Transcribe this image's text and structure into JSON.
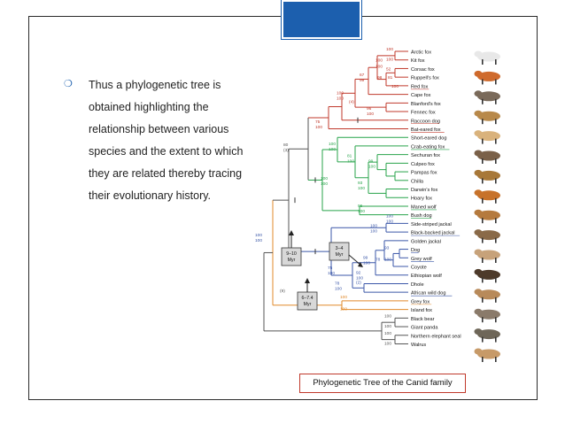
{
  "bullet_icon": "circle-bullet-icon",
  "bullet_text": "Thus a phylogenetic tree is obtained highlighting the relationship between various species and the extent to which they are related thereby tracing their evolutionary history.",
  "caption": "Phylogenetic Tree of the Canid family",
  "colors": {
    "accent": "#1c5fae",
    "red_clade": "#c0392b",
    "green_clade": "#27a34a",
    "blue_clade": "#3b57a8",
    "orange_clade": "#e0892a",
    "gray_clade": "#555555"
  },
  "species": [
    {
      "name": "Arctic fox",
      "clade": "red"
    },
    {
      "name": "Kit fox",
      "clade": "red"
    },
    {
      "name": "Corsac fox",
      "clade": "red"
    },
    {
      "name": "Ruppell's fox",
      "clade": "red"
    },
    {
      "name": "Red fox",
      "clade": "red"
    },
    {
      "name": "Cape fox",
      "clade": "red"
    },
    {
      "name": "Blanford's fox",
      "clade": "red"
    },
    {
      "name": "Fennec fox",
      "clade": "red"
    },
    {
      "name": "Raccoon dog",
      "clade": "red"
    },
    {
      "name": "Bat-eared fox",
      "clade": "red"
    },
    {
      "name": "Short-eared dog",
      "clade": "green"
    },
    {
      "name": "Crab-eating fox",
      "clade": "green"
    },
    {
      "name": "Sechuran fox",
      "clade": "green"
    },
    {
      "name": "Culpeo fox",
      "clade": "green"
    },
    {
      "name": "Pampas fox",
      "clade": "green"
    },
    {
      "name": "Chilla",
      "clade": "green"
    },
    {
      "name": "Darwin's fox",
      "clade": "green"
    },
    {
      "name": "Hoary fox",
      "clade": "green"
    },
    {
      "name": "Maned wolf",
      "clade": "green"
    },
    {
      "name": "Bush dog",
      "clade": "green"
    },
    {
      "name": "Side-striped jackal",
      "clade": "blue"
    },
    {
      "name": "Black-backed jackal",
      "clade": "blue"
    },
    {
      "name": "Golden jackal",
      "clade": "blue"
    },
    {
      "name": "Dog",
      "clade": "blue"
    },
    {
      "name": "Grey wolf",
      "clade": "blue"
    },
    {
      "name": "Coyote",
      "clade": "blue"
    },
    {
      "name": "Ethiopian wolf",
      "clade": "blue"
    },
    {
      "name": "Dhole",
      "clade": "blue"
    },
    {
      "name": "African wild dog",
      "clade": "blue"
    },
    {
      "name": "Grey fox",
      "clade": "orange"
    },
    {
      "name": "Island fox",
      "clade": "orange"
    },
    {
      "name": "Black bear",
      "clade": "gray"
    },
    {
      "name": "Giant panda",
      "clade": "gray"
    },
    {
      "name": "Northern elephant seal",
      "clade": "gray"
    },
    {
      "name": "Walrus",
      "clade": "gray"
    }
  ],
  "node_labels": [
    {
      "text": "100",
      "clade": "red"
    },
    {
      "text": "100",
      "clade": "red"
    },
    {
      "text": "100",
      "clade": "red"
    },
    {
      "text": "100",
      "clade": "red"
    },
    {
      "text": "52",
      "clade": "red"
    },
    {
      "text": "98",
      "clade": "red"
    },
    {
      "text": "81",
      "clade": "red"
    },
    {
      "text": "100",
      "clade": "red"
    },
    {
      "text": "67",
      "clade": "red"
    },
    {
      "text": "99",
      "clade": "red"
    },
    {
      "text": "100",
      "clade": "red"
    },
    {
      "text": "100",
      "clade": "red"
    },
    {
      "text": "(4)",
      "clade": "red"
    },
    {
      "text": "96",
      "clade": "red"
    },
    {
      "text": "100",
      "clade": "red"
    },
    {
      "text": "75",
      "clade": "red"
    },
    {
      "text": "100",
      "clade": "red"
    },
    {
      "text": "100",
      "clade": "green"
    },
    {
      "text": "100",
      "clade": "green"
    },
    {
      "text": "81",
      "clade": "green"
    },
    {
      "text": "100",
      "clade": "green"
    },
    {
      "text": "99",
      "clade": "green"
    },
    {
      "text": "100",
      "clade": "green"
    },
    {
      "text": "93",
      "clade": "green"
    },
    {
      "text": "100",
      "clade": "green"
    },
    {
      "text": "100",
      "clade": "green"
    },
    {
      "text": "100",
      "clade": "green"
    },
    {
      "text": "96",
      "clade": "green"
    },
    {
      "text": "100",
      "clade": "green"
    },
    {
      "text": "80",
      "clade": "gray"
    },
    {
      "text": "(3)",
      "clade": "gray"
    },
    {
      "text": "100",
      "clade": "blue"
    },
    {
      "text": "100",
      "clade": "blue"
    },
    {
      "text": "100",
      "clade": "blue"
    },
    {
      "text": "100",
      "clade": "blue"
    },
    {
      "text": "93",
      "clade": "blue"
    },
    {
      "text": "78",
      "clade": "blue"
    },
    {
      "text": "100",
      "clade": "blue"
    },
    {
      "text": "99",
      "clade": "blue"
    },
    {
      "text": "100",
      "clade": "blue"
    },
    {
      "text": "92",
      "clade": "blue"
    },
    {
      "text": "100",
      "clade": "blue"
    },
    {
      "text": "(2)",
      "clade": "blue"
    },
    {
      "text": "75",
      "clade": "blue"
    },
    {
      "text": "100",
      "clade": "blue"
    },
    {
      "text": "78",
      "clade": "blue"
    },
    {
      "text": "100",
      "clade": "blue"
    },
    {
      "text": "100",
      "clade": "blue"
    },
    {
      "text": "100",
      "clade": "blue"
    },
    {
      "text": "(9)",
      "clade": "gray"
    },
    {
      "text": "100",
      "clade": "orange"
    },
    {
      "text": "100",
      "clade": "orange"
    },
    {
      "text": "100",
      "clade": "gray"
    },
    {
      "text": "100",
      "clade": "gray"
    },
    {
      "text": "100",
      "clade": "gray"
    },
    {
      "text": "100",
      "clade": "gray"
    }
  ],
  "myr_boxes": [
    "9–10\nMyr",
    "3–4\nMyr",
    "6–7.4\nMyr"
  ]
}
